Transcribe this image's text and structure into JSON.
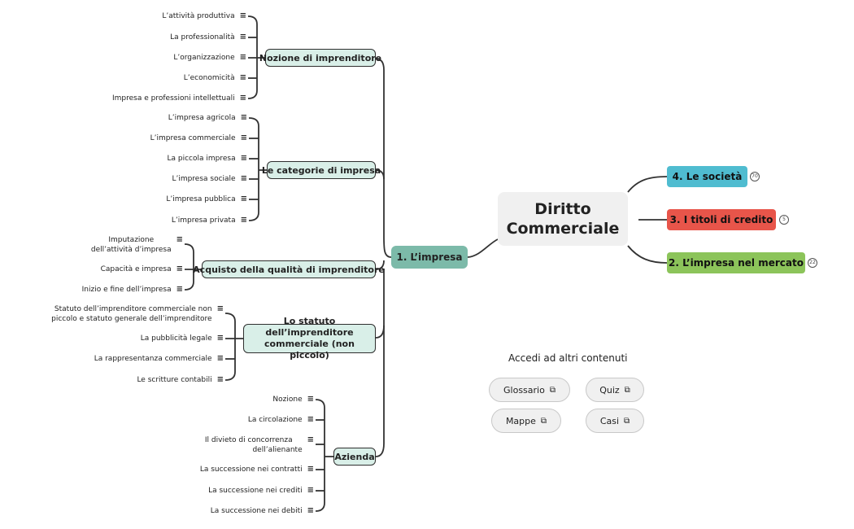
{
  "central": {
    "title_line1": "Diritto",
    "title_line2": "Commerciale"
  },
  "main_branches": [
    {
      "label": "4. Le società",
      "color": "#4fbcd0",
      "count": "70"
    },
    {
      "label": "3. I titoli di credito",
      "color": "#e8554a",
      "count": "5"
    },
    {
      "label": "2. L’impresa nel mercato",
      "color": "#8cc45a",
      "count": "22"
    }
  ],
  "impresa": {
    "label": "1. L’impresa"
  },
  "topics": [
    {
      "label": "Nozione di imprenditore",
      "leaves": [
        "L’attività produttiva",
        "La professionalità",
        "L’organizzazione",
        "L’economicità",
        "Impresa e professioni intellettuali"
      ]
    },
    {
      "label": "Le categorie di impresa",
      "leaves": [
        "L’impresa agricola",
        "L’impresa commerciale",
        "La piccola impresa",
        "L’impresa sociale",
        "L’impresa pubblica",
        "L’impresa privata"
      ]
    },
    {
      "label": "Acquisto della qualità di imprenditore",
      "leaves": [
        "Imputazione dell’attività d’impresa",
        "Capacità e impresa",
        "Inizio e fine dell’impresa"
      ]
    },
    {
      "label_line1": "Lo statuto dell’imprenditore",
      "label_line2": "commerciale (non piccolo)",
      "leaves": [
        "Statuto dell’imprenditore commerciale non piccolo e statuto generale dell’imprenditore",
        "La pubblicità legale",
        "La rappresentanza commerciale",
        "Le scritture contabili"
      ]
    },
    {
      "label": "Azienda",
      "leaves": [
        "Nozione",
        "La circolazione",
        "Il divieto di concorrenza dell’alienante",
        "La successione nei contratti",
        "La successione nei crediti",
        "La successione nei debiti"
      ]
    }
  ],
  "leaf_lines": {
    "imputazione_1": "Imputazione",
    "imputazione_2": "dell’attività d’impresa",
    "statuto_1": "Statuto dell’imprenditore commerciale non",
    "statuto_2": "piccolo e statuto generale dell’imprenditore",
    "divieto_1": "Il divieto di concorrenza",
    "divieto_2": "dell’alienante"
  },
  "note_icon": "notes-icon",
  "access": {
    "title": "Accedi ad altri contenuti",
    "buttons": [
      "Glossario",
      "Quiz",
      "Mappe",
      "Casi"
    ],
    "link_icon": "external-link-icon"
  }
}
